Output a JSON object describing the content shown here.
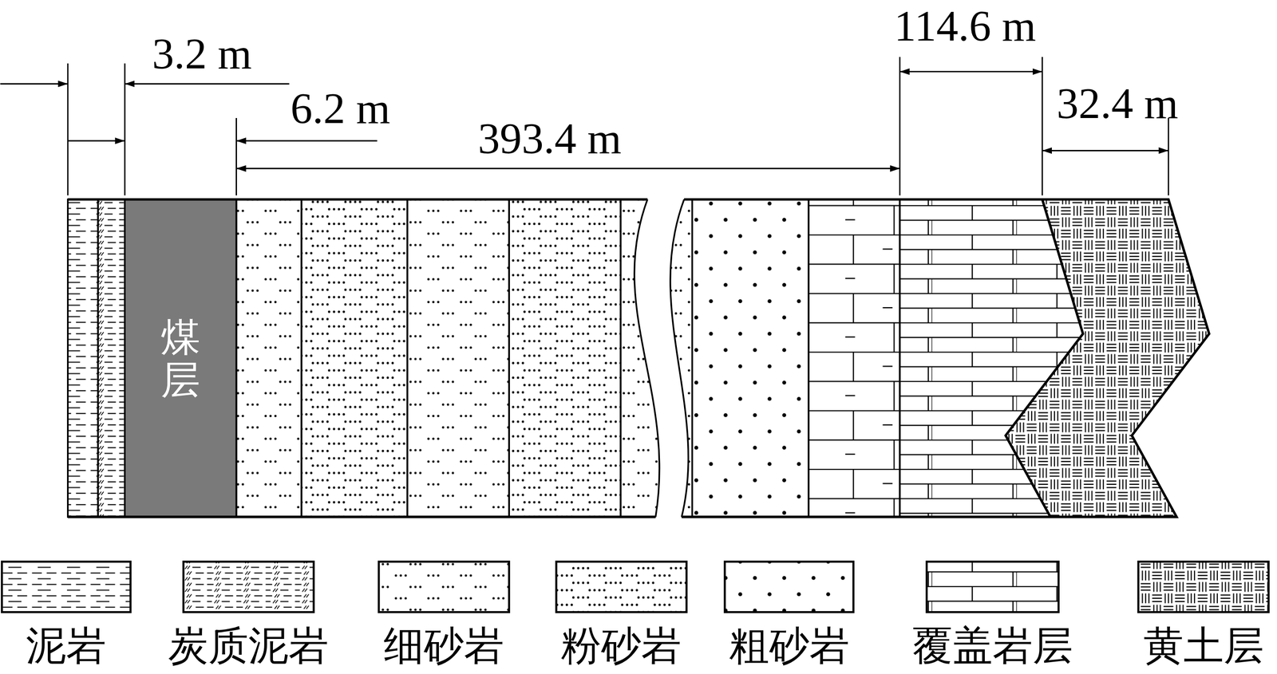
{
  "diagram": {
    "nodes": [
      {
        "text": [
          "煤层"
        ]
      }
    ],
    "labels": [
      "3.2 m",
      "6.2 m",
      "393.4 m",
      "114.6 m",
      "32.4 m"
    ],
    "legend": [
      {
        "text": "泥岩"
      },
      {
        "text": "炭质泥岩"
      },
      {
        "text": "细砂岩"
      },
      {
        "text": "粉砂岩"
      },
      {
        "text": "粗砂岩"
      },
      {
        "text": "覆盖岩层"
      },
      {
        "text": "黄土层"
      }
    ]
  }
}
